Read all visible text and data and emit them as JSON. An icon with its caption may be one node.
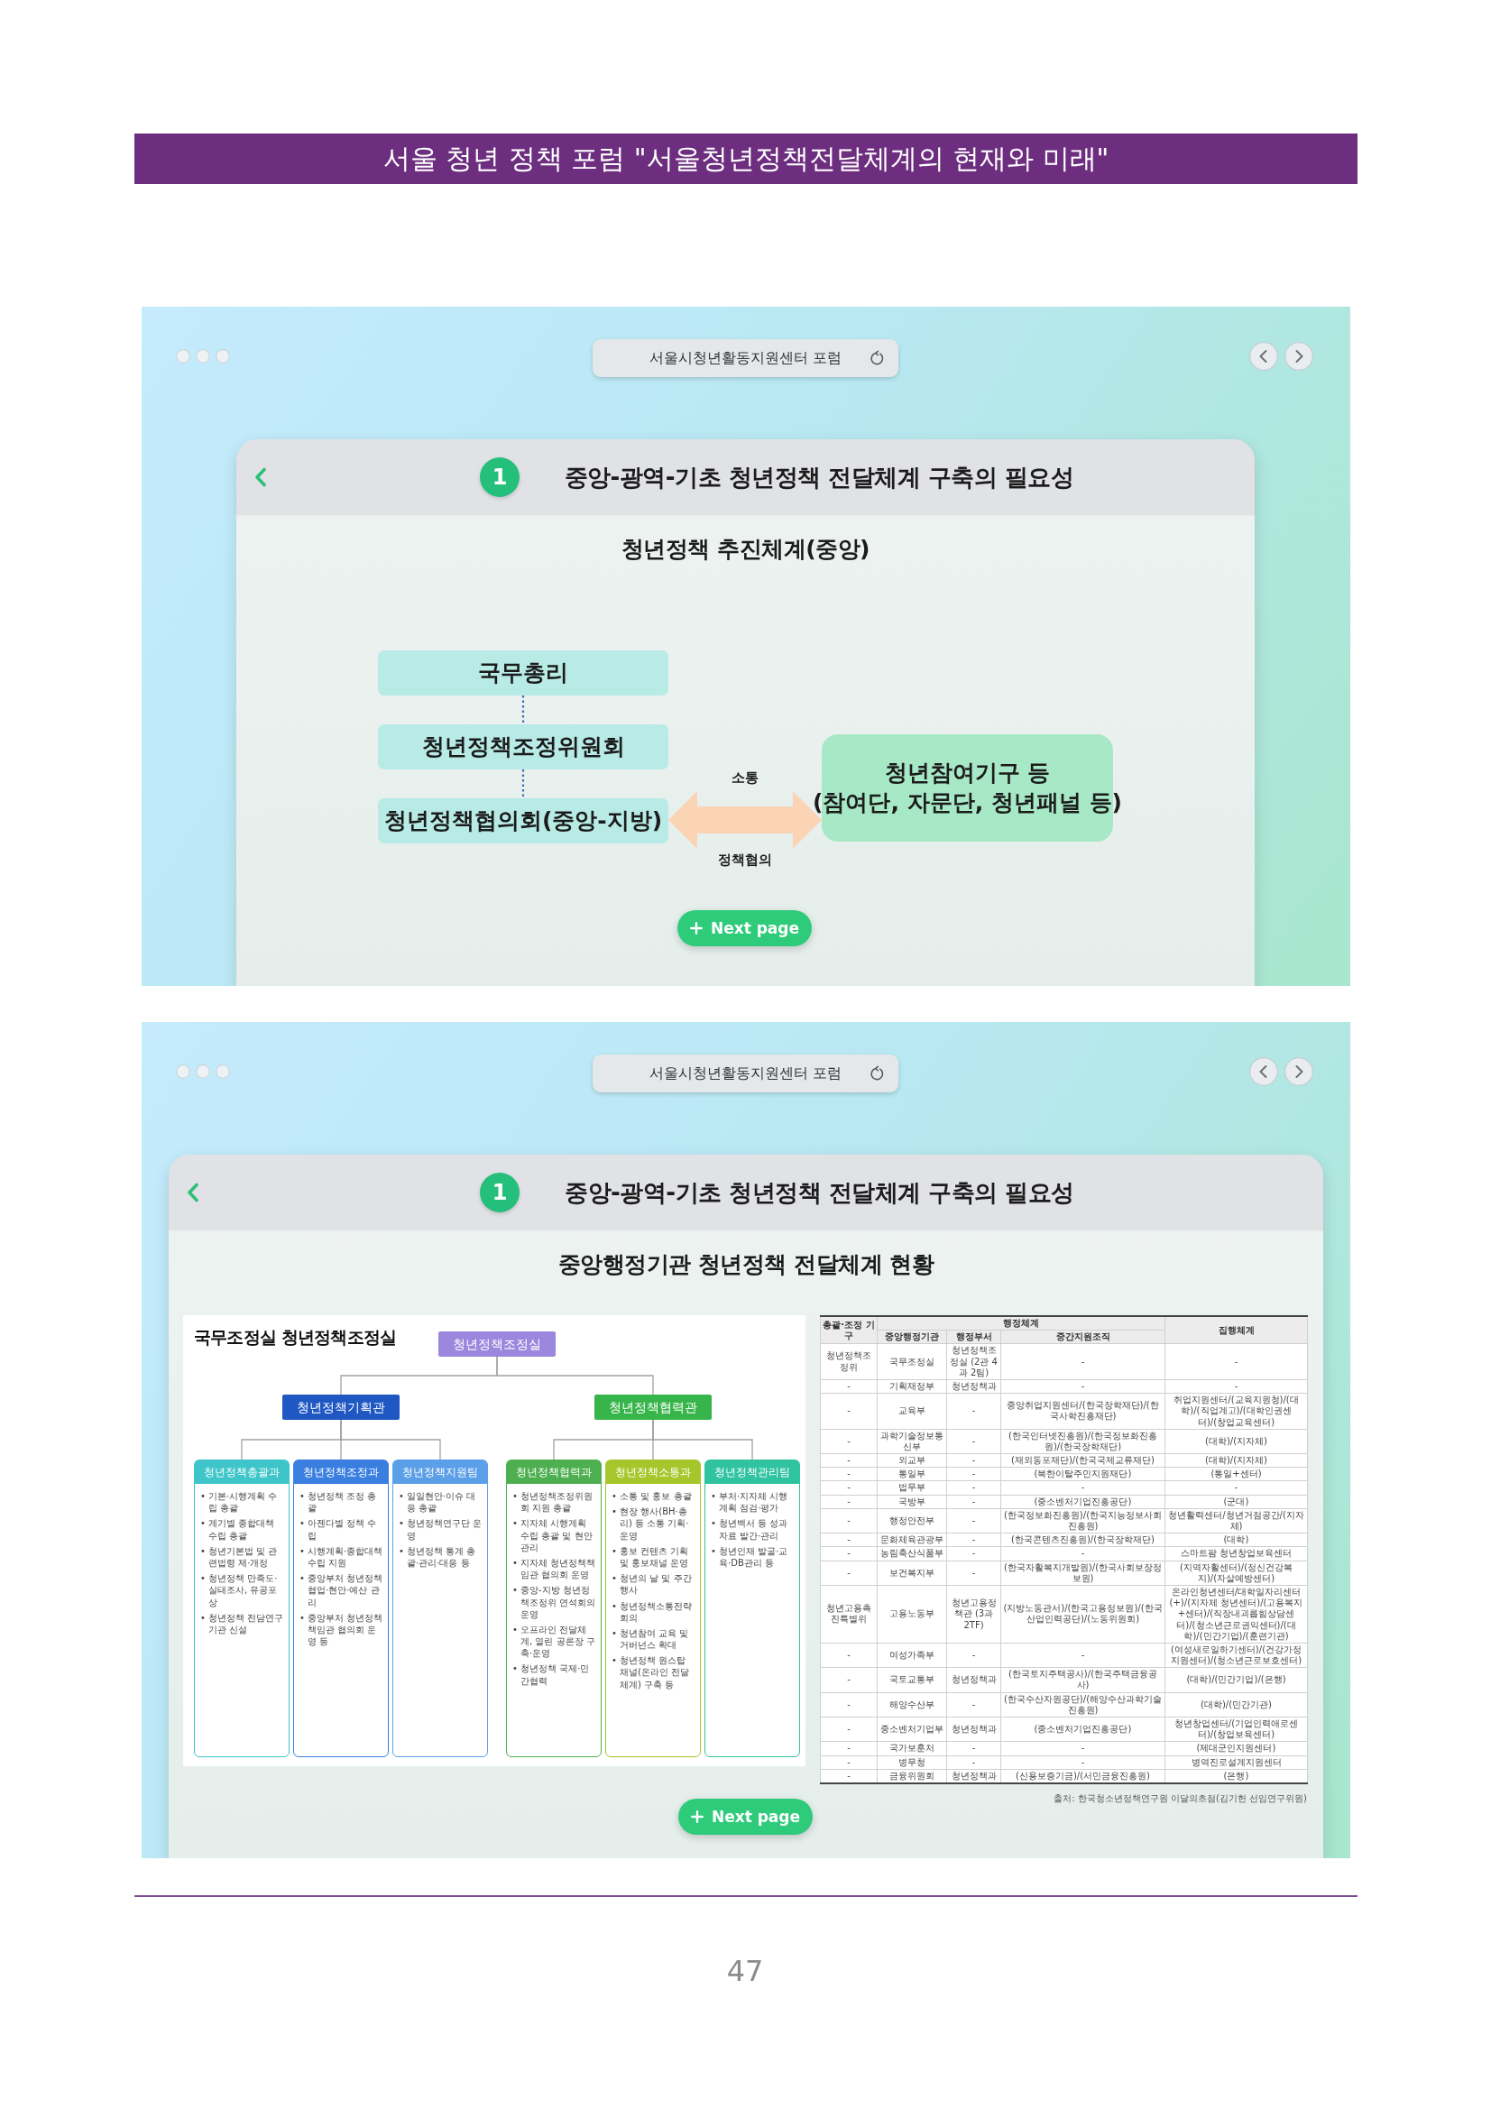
{
  "diagram": {
    "title": "서울 청년 정책 포럼 \"서울청년정책전달체계의 현재와 미래\"",
    "nodes": [
      {
        "text": [
          "중앙-광역-기초 청년정책 전달체계 구축의 필요성",
          "청년정책 추진체계(중앙)"
        ]
      },
      {
        "text": [
          "1"
        ],
        "in": 0
      },
      {
        "text": [
          "국무총리"
        ],
        "in": 0
      },
      {
        "text": [
          "청년정책조정위원회"
        ],
        "in": 0
      },
      {
        "text": [
          "청년정책협의회(중앙-지방)"
        ],
        "in": 0
      },
      {
        "text": [
          "청년참여기구 등",
          "(참여단, 자문단, 청년패널 등)"
        ],
        "in": 0
      },
      {
        "text": [
          "중앙-광역-기초 청년정책 전달체계 구축의 필요성",
          "중앙행정기관 청년정책 전달체계 현황"
        ]
      },
      {
        "text": [
          "1"
        ],
        "in": 6
      },
      {
        "text": [
          "국무조정실 청년정책조정실"
        ],
        "in": 6
      },
      {
        "text": [
          "청년정책조정실"
        ],
        "in": 8
      },
      {
        "text": [
          "청년정책기획관"
        ],
        "in": 8
      },
      {
        "text": [
          "청년정책협력관"
        ],
        "in": 8
      },
      {
        "text": [
          "청년정책총괄과",
          "• 기본·시행계획 수립 총괄",
          "• 계기별 종합대책 수립 총괄",
          "• 청년기본법 및 관련법령 제·개정",
          "• 청년정책 만족도·실태조사, 유공포상",
          "• 청년정책 전담연구기관 신설"
        ],
        "in": 8
      },
      {
        "text": [
          "청년정책조정과",
          "• 청년정책 조정 총괄",
          "• 아젠다별 정책 수립",
          "• 시행계획·종합대책 수립 지원",
          "• 중앙부처 청년정책 협업·현안·예산 관리",
          "• 중앙부처 청년정책책임관 협의회 운영 등"
        ],
        "in": 8
      },
      {
        "text": [
          "청년정책지원팀",
          "• 일일현안·이슈 대응 총괄",
          "• 청년정책연구단 운영",
          "• 청년정책 통계 총괄·관리·대응 등"
        ],
        "in": 8
      },
      {
        "text": [
          "청년정책협력과",
          "• 청년정책조정위원회 지원 총괄",
          "• 지자체 시행계획 수립 총괄 및 현안관리",
          "• 지자체 청년정책책임관 협의회 운영",
          "• 중앙-지방 청년정책조정위 연석회의 운영",
          "• 오프라인 전달체계, 열린 공론장 구축·운영",
          "• 청년정책 국제·민간협력"
        ],
        "in": 8
      },
      {
        "text": [
          "청년정책소통과",
          "• 소통 및 홍보 총괄",
          "• 현장 행사(BH·총리) 등 소통 기획·운영",
          "• 홍보 컨텐츠 기획 및 홍보채널 운영",
          "• 청년의 날 및 주간 행사",
          "• 청년정책소통전략회의",
          "• 청년참여 교육 및 거버넌스 확대",
          "• 청년정책 원스탑 채널(온라인 전달체계) 구축 등"
        ],
        "in": 8
      },
      {
        "text": [
          "청년정책관리팀",
          "• 부처·지자체 시행계획 점검·평가",
          "• 청년백서 등 성과자료 발간·관리",
          "• 청년인재 발굴·교육·DB관리 등"
        ],
        "in": 8
      }
    ],
    "edges": [
      {
        "from": 2,
        "to": 3,
        "arrow": "none",
        "style": "dashed",
        "color": "#3d6fb8"
      },
      {
        "from": 3,
        "to": 4,
        "arrow": "none",
        "style": "dashed",
        "color": "#3d6fb8"
      },
      {
        "from": 4,
        "to": 5,
        "arrow": "both",
        "label": "소통",
        "style": "thick",
        "color": "#fbd3b5"
      },
      {
        "from": 9,
        "to": 10,
        "arrow": "none"
      },
      {
        "from": 9,
        "to": 11,
        "arrow": "none"
      },
      {
        "from": 10,
        "to": 12,
        "arrow": "none"
      },
      {
        "from": 10,
        "to": 13,
        "arrow": "none"
      },
      {
        "from": 10,
        "to": 14,
        "arrow": "none"
      },
      {
        "from": 11,
        "to": 15,
        "arrow": "none"
      },
      {
        "from": 11,
        "to": 16,
        "arrow": "none"
      },
      {
        "from": 11,
        "to": 17,
        "arrow": "none"
      }
    ],
    "labels": [
      "서울시청년활동지원센터 포럼",
      "정책협의",
      "Next page",
      "서울시청년활동지원센터 포럼",
      "총괄·조정 기구",
      "행정체계",
      "집행체계",
      "중앙행정기관",
      "행정부서",
      "중간지원조직",
      "청년정책조정위",
      "국무조정실",
      "청년정책조정실 (2관 4과 2팀)",
      "-",
      "-",
      "-",
      "기획재정부",
      "청년정책과",
      "-",
      "-",
      "-",
      "교육부",
      "-",
      "중앙취업지원센터/(한국장학재단)/(한국사학진흥재단)",
      "취업지원센터/(교육지원청)/(대학)/(직업계고)/(대학인권센터)/(창업교육센터)",
      "-",
      "과학기술정보통신부",
      "-",
      "(한국인터넷진흥원)/(한국정보화진흥원)/(한국장학재단)",
      "(대학)/(지자체)",
      "-",
      "외교부",
      "-",
      "(재외동포재단)/(한국국제교류재단)",
      "(대학)/(지자체)",
      "-",
      "통일부",
      "-",
      "(북한이탈주민지원재단)",
      "(통일+센터)",
      "-",
      "법무부",
      "-",
      "-",
      "-",
      "-",
      "국방부",
      "-",
      "(중소벤처기업진흥공단)",
      "(군대)",
      "-",
      "행정안전부",
      "-",
      "(한국정보화진흥원)/(한국지능정보사회진흥원)",
      "청년활력센터/청년거점공간/(지자체)",
      "-",
      "문화체육관광부",
      "-",
      "(한국콘텐츠진흥원)/(한국장학재단)",
      "(대학)",
      "-",
      "농림축산식품부",
      "-",
      "-",
      "스마트팜 청년창업보육센터",
      "-",
      "보건복지부",
      "-",
      "(한국자활복지개발원)/(한국사회보장정보원)",
      "(지역자활센터)/(정신건강복지)/(자살예방센터)",
      "청년고용촉진특별위",
      "고용노동부",
      "청년고용정책관 (3과 2TF)",
      "(지방노동관서)/(한국고용정보원)/(한국산업인력공단)/(노동위원회)",
      "온라인청년센터/대학일자리센터(+)/(지자체 청년센터)/(고용복지+센터)/(직장내괴롭힘상담센터)/(청소년근로권익센터)/(대학)/(민간기업)/(훈련기관)",
      "-",
      "여성가족부",
      "-",
      "-",
      "(여성새로일하기센터)/(건강가정지원센터)/(청소년근로보호센터)",
      "-",
      "국토교통부",
      "청년정책과",
      "(한국토지주택공사)/(한국주택금융공사)",
      "(대학)/(민간기업)/(은행)",
      "-",
      "해양수산부",
      "-",
      "(한국수산자원공단)/(해양수산과학기술진흥원)",
      "(대학)/(민간기관)",
      "-",
      "중소벤처기업부",
      "청년정책과",
      "(중소벤처기업진흥공단)",
      "청년창업센터/(기업인력애로센터)/(창업보육센터)",
      "-",
      "국가보훈처",
      "-",
      "-",
      "(제대군인지원센터)",
      "-",
      "병무청",
      "-",
      "-",
      "병역진로설계지원센터",
      "-",
      "금융위원회",
      "청년정책과",
      "(신용보증기금)/(서민금융진흥원)",
      "(은행)",
      "출처: 한국청소년정책연구원 이달의초점(김기헌 선임연구위원)",
      "Next page",
      "47"
    ]
  }
}
